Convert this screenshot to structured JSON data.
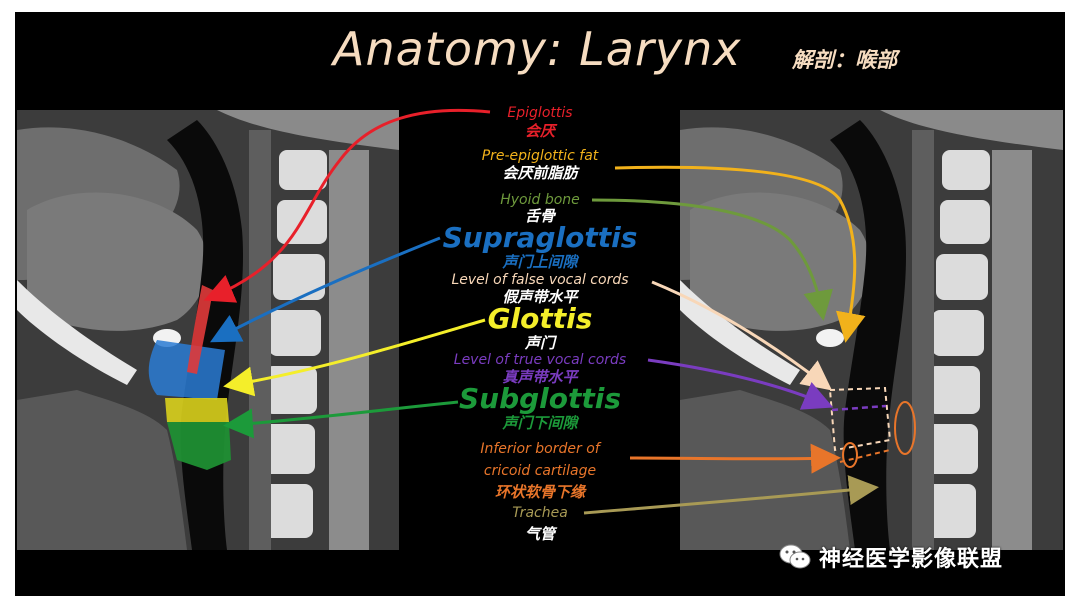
{
  "title": {
    "en": "Anatomy: Larynx",
    "cn": "解剖：喉部"
  },
  "labels": {
    "epiglottis": {
      "en": "Epiglottis",
      "cn": "会厌",
      "color": "#e8202a"
    },
    "pre_epiglottic_fat": {
      "en": "Pre-epiglottic fat",
      "cn": "会厌前脂肪",
      "color": "#f2b21b"
    },
    "hyoid_bone": {
      "en": "Hyoid bone",
      "cn": "舌骨",
      "color": "#6e9a3c"
    },
    "supraglottis": {
      "en": "Supraglottis",
      "cn": "声门上间隙",
      "color": "#1a6fc1"
    },
    "false_vocal_cords": {
      "en": "Level of false vocal cords",
      "cn": "假声带水平",
      "color": "#f8d7b8"
    },
    "glottis": {
      "en": "Glottis",
      "cn": "声门",
      "color": "#f4ee2a"
    },
    "true_vocal_cords": {
      "en": "Level of true vocal cords",
      "cn": "真声带水平",
      "color": "#7a3cc0"
    },
    "subglottis": {
      "en": "Subglottis",
      "cn": "声门下间隙",
      "color": "#1c9a3a"
    },
    "cricoid": {
      "en_line1": "Inferior border of",
      "en_line2": "cricoid cartilage",
      "cn": "环状软骨下缘",
      "color": "#e8752a"
    },
    "trachea": {
      "en": "Trachea",
      "cn": "气管",
      "color": "#a89a55"
    }
  },
  "watermark": {
    "text": "神经医学影像联盟",
    "icon": "wechat-icon"
  }
}
